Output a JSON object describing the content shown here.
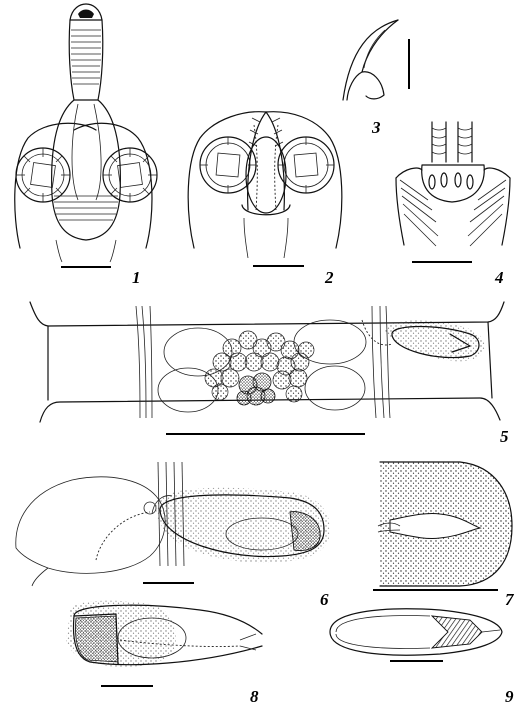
{
  "figure_labels": [
    "1",
    "2",
    "3",
    "4",
    "5",
    "6",
    "7",
    "8",
    "9"
  ]
}
